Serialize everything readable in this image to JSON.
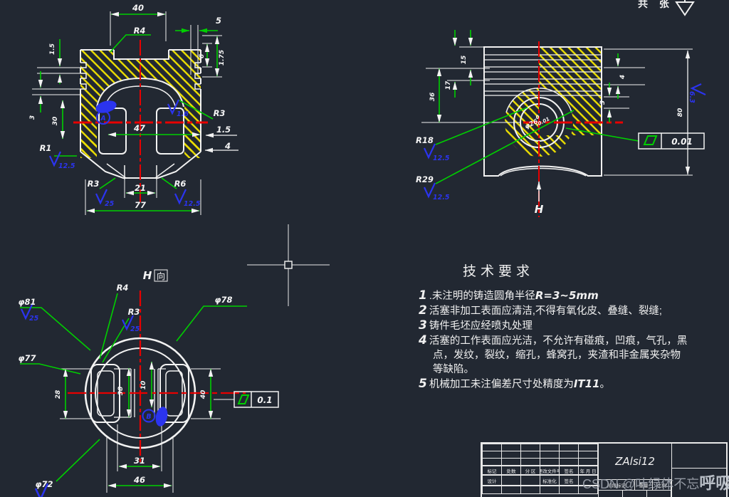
{
  "colors": {
    "background": "#222832",
    "line_white": "#f2f2f2",
    "dimension_green": "#00cf00",
    "centerline_red": "#e80000",
    "hatch_yellow": "#efe100",
    "symbol_blue": "#2b34ee",
    "watermark_gray": "#9ba1ab"
  },
  "header": {
    "sheet_note": "共 张"
  },
  "front_view": {
    "dims": {
      "width_top": "40",
      "r4": "R4",
      "d5": "5",
      "d6": "6",
      "d175": "1.75",
      "d15_left": "1.5",
      "d3": "3",
      "d30": "30",
      "d47": "47",
      "d15_right": "1.5",
      "d4": "4",
      "r3_right": "R3",
      "r1": "R1",
      "r3_bottom": "R3",
      "r6": "R6",
      "d21": "21",
      "d77": "77"
    },
    "roughness": {
      "crown": "1.6",
      "r1": "12.5",
      "r3_bottom": "25",
      "r6": "12.5"
    },
    "datum_a": "A"
  },
  "side_view": {
    "dims": {
      "d15": "15",
      "d17": "17",
      "d36": "36",
      "d4": "4",
      "d3": "3",
      "d80": "80",
      "r18": "R18",
      "r29": "R29",
      "bore": "φ26",
      "bore_up": "0",
      "bore_dn": "-0.01"
    },
    "roughness": {
      "r18": "12.5",
      "r29": "12.5",
      "side": "6.3"
    },
    "flatness": "0.01",
    "arrow_label": "H"
  },
  "h_view": {
    "title": "H",
    "title_suffix": "向",
    "dims": {
      "d81": "φ81",
      "r4": "R4",
      "r3": "R3",
      "d78": "φ78",
      "d77": "φ77",
      "d28": "28",
      "d38": "38",
      "d10": "10",
      "d40": "40",
      "d31": "31",
      "d46": "46",
      "d72": "φ72"
    },
    "roughness": {
      "d81": "25",
      "r3": "25"
    },
    "flatness": "0.1",
    "datum_b": "B"
  },
  "tech_requirements": {
    "title": "技术要求",
    "items": [
      {
        "num": "1",
        "text": ".未注明的铸造圆角半径",
        "em": "R=3~5mm",
        "tail": ""
      },
      {
        "num": "2",
        "text": "活塞非加工表面应清洁,不得有氧化皮、叠缝、裂缝;",
        "em": "",
        "tail": ""
      },
      {
        "num": "3",
        "text": "铸件毛坯应经喷丸处理",
        "em": "",
        "tail": ""
      },
      {
        "num": "4",
        "text": "活塞的工作表面应光洁，不允许有碰痕，凹痕，气孔，黑点，发纹，裂纹，缩孔，蜂窝孔，夹渣和非金属夹杂物等缺陷。",
        "em": "",
        "tail": ""
      },
      {
        "num": "5",
        "text": "机械加工未注偏差尺寸处精度为",
        "em": "IT11",
        "tail": "。"
      }
    ]
  },
  "title_block": {
    "material": "ZAlsi12",
    "revision_labels": [
      "标记",
      "处数",
      "分 区",
      "更改文件号",
      "签名",
      "年 月 日"
    ],
    "design_label": "设计",
    "standardization_label": "标准化",
    "signature_label": "签名",
    "stage_labels": [
      "阶段标记",
      "重量",
      "比例"
    ]
  },
  "watermark": {
    "prefix": "CSDN @叶绿体不忘",
    "suffix": "呼吸"
  }
}
